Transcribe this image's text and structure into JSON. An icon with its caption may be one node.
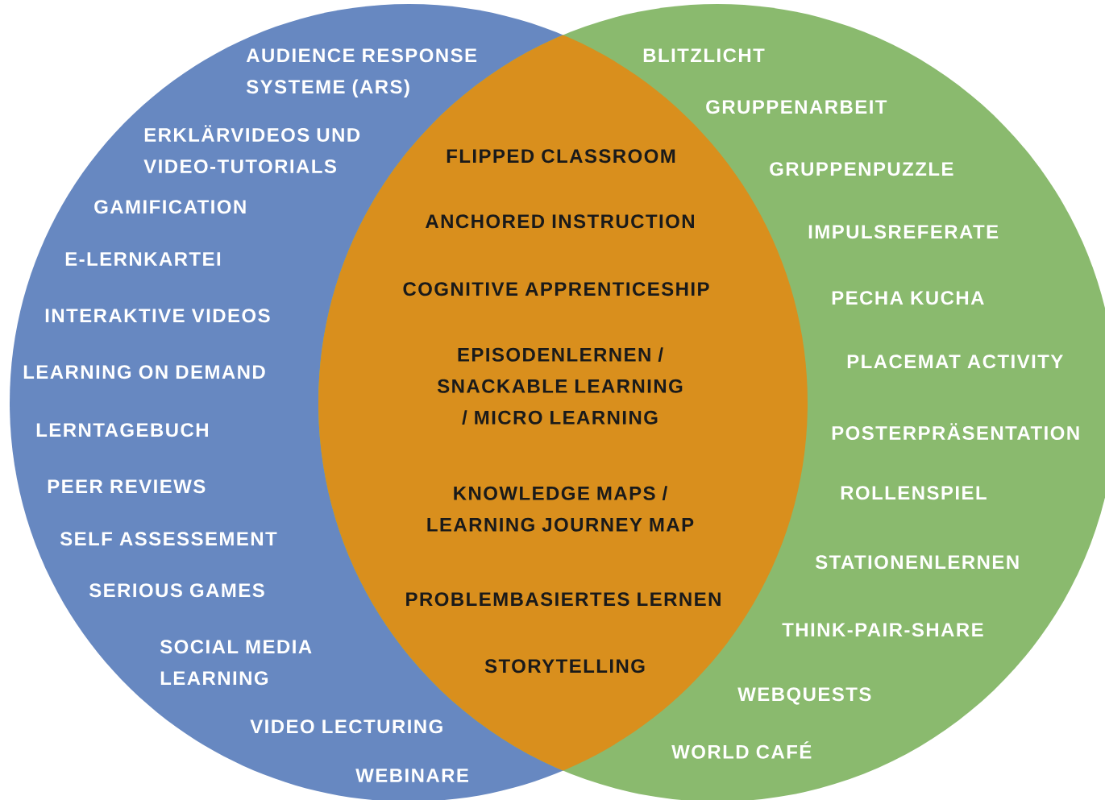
{
  "diagram": {
    "nodes": [
      {
        "text": [
          "AUDIENCE RESPONSE SYSTEME (ARS)",
          "ERKLÄRVIDEOS UND VIDEO-TUTORIALS",
          "GAMIFICATION",
          "E-LERNKARTEI",
          "INTERAKTIVE VIDEOS",
          "LEARNING ON DEMAND",
          "LERNTAGEBUCH",
          "PEER REVIEWS",
          "SELF ASSESSEMENT",
          "SERIOUS GAMES",
          "SOCIAL MEDIA LEARNING",
          "VIDEO LECTURING",
          "WEBINARE"
        ]
      },
      {
        "text": [
          "BLITZLICHT",
          "GRUPPENARBEIT",
          "GRUPPENPUZZLE",
          "IMPULSREFERATE",
          "PECHA KUCHA",
          "PLACEMAT ACTIVITY",
          "POSTERPRÄSENTATION",
          "ROLLENSPIEL",
          "STATIONENLERNEN",
          "THINK-PAIR-SHARE",
          "WEBQUESTS",
          "WORLD CAFÉ"
        ]
      },
      {
        "text": [
          "FLIPPED CLASSROOM",
          "ANCHORED INSTRUCTION",
          "COGNITIVE APPRENTICESHIP",
          "EPISODENLERNEN / SNACKABLE LEARNING / MICRO LEARNING",
          "KNOWLEDGE MAPS / LEARNING JOURNEY MAP",
          "PROBLEMBASIERTES LERNEN",
          "STORYTELLING"
        ]
      }
    ]
  }
}
